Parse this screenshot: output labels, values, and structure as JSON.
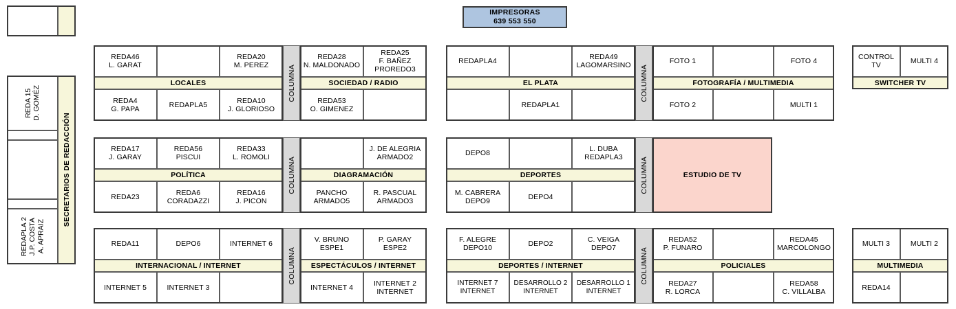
{
  "printers": {
    "title": "IMPRESORAS",
    "numbers": "639   553   550",
    "color": "#aec5e0"
  },
  "studio": {
    "label": "ESTUDIO DE TV",
    "color": "#fbd5cc"
  },
  "colors": {
    "band": "#f7f6da",
    "columna": "#d9d9d9",
    "cell": "#ffffff",
    "border": "#5a5a5a",
    "frame": "#3a3a3a"
  },
  "columna_label": "COLUMNA",
  "sidebar": {
    "label": "SECRETARIOS DE REDACCIÓN",
    "top_box": {
      "left": "",
      "right": ""
    },
    "cells": [
      "REDA 15\nD. GOMÉZ",
      "",
      "",
      "",
      "REDAPLA 2\nJ.P. COSTA\nA. APRAIZ"
    ]
  },
  "blocks": [
    {
      "id": "locales",
      "band": "LOCALES",
      "top": [
        "REDA46\nL. GARAT",
        "",
        "REDA20\nM. PEREZ"
      ],
      "bottom": [
        "REDA4\nG. PAPA",
        "REDAPLA5",
        "REDA10\nJ. GLORIOSO"
      ]
    },
    {
      "id": "sociedad-radio",
      "band": "SOCIEDAD / RADIO",
      "top": [
        "REDA28\nN. MALDONADO",
        "REDA25\nF. BAÑEZ\nPROREDO3"
      ],
      "bottom": [
        "REDA53\nO. GIMENEZ",
        ""
      ]
    },
    {
      "id": "el-plata",
      "band": "EL PLATA",
      "top": [
        "REDAPLA4",
        "",
        "REDA49\nLAGOMARSINO"
      ],
      "bottom": [
        "",
        "REDAPLA1",
        ""
      ]
    },
    {
      "id": "fotografia-multimedia",
      "band": "FOTOGRAFÍA / MULTIMEDIA",
      "top": [
        "FOTO 1",
        "",
        "FOTO 4"
      ],
      "bottom": [
        "FOTO 2",
        "",
        "MULTI 1"
      ]
    },
    {
      "id": "switcher-tv",
      "band": "SWITCHER TV",
      "top": [
        "CONTROL TV",
        "MULTI 4"
      ],
      "bottom": []
    },
    {
      "id": "politica",
      "band": "POLÍTICA",
      "top": [
        "REDA17\nJ. GARAY",
        "REDA56\nPISCUI",
        "REDA33\nL. ROMOLI"
      ],
      "bottom": [
        "REDA23",
        "REDA6\nCORADAZZI",
        "REDA16\nJ. PICON"
      ]
    },
    {
      "id": "diagramacion",
      "band": "DIAGRAMACIÓN",
      "top": [
        "",
        "J. DE ALEGRIA\nARMADO2"
      ],
      "bottom": [
        "PANCHO\nARMADO5",
        "R. PASCUAL\nARMADO3"
      ]
    },
    {
      "id": "deportes",
      "band": "DEPORTES",
      "top": [
        "DEPO8",
        "",
        "L. DUBA\nREDAPLA3"
      ],
      "bottom": [
        "M. CABRERA\nDEPO9",
        "DEPO4",
        ""
      ]
    },
    {
      "id": "internacional-internet",
      "band": "INTERNACIONAL / INTERNET",
      "top": [
        "REDA11",
        "DEPO6",
        "INTERNET 6"
      ],
      "bottom": [
        "INTERNET 5",
        "INTERNET 3",
        ""
      ]
    },
    {
      "id": "espectaculos-internet",
      "band": "ESPECTÁCULOS / INTERNET",
      "top": [
        "V. BRUNO\nESPE1",
        "P. GARAY\nESPE2"
      ],
      "bottom": [
        "INTERNET 4",
        "INTERNET 2\nINTERNET"
      ]
    },
    {
      "id": "deportes-internet",
      "band": "DEPORTES / INTERNET",
      "top": [
        "F. ALEGRE\nDEPO10",
        "DEPO2",
        "C. VEIGA\nDEPO7"
      ],
      "bottom": [
        "INTERNET 7\nINTERNET",
        "DESARROLLO 2\nINTERNET",
        "DESARROLLO 1\nINTERNET"
      ]
    },
    {
      "id": "policiales",
      "band": "POLICIALES",
      "top": [
        "REDA52\nP. FUNARO",
        "",
        "REDA45\nMARCOLONGO"
      ],
      "bottom": [
        "REDA27\nR. LORCA",
        "",
        "REDA58\nC. VILLALBA"
      ]
    },
    {
      "id": "multimedia",
      "band": "MULTIMEDIA",
      "top": [
        "MULTI 3",
        "MULTI 2"
      ],
      "bottom": [
        "REDA14",
        ""
      ]
    }
  ]
}
